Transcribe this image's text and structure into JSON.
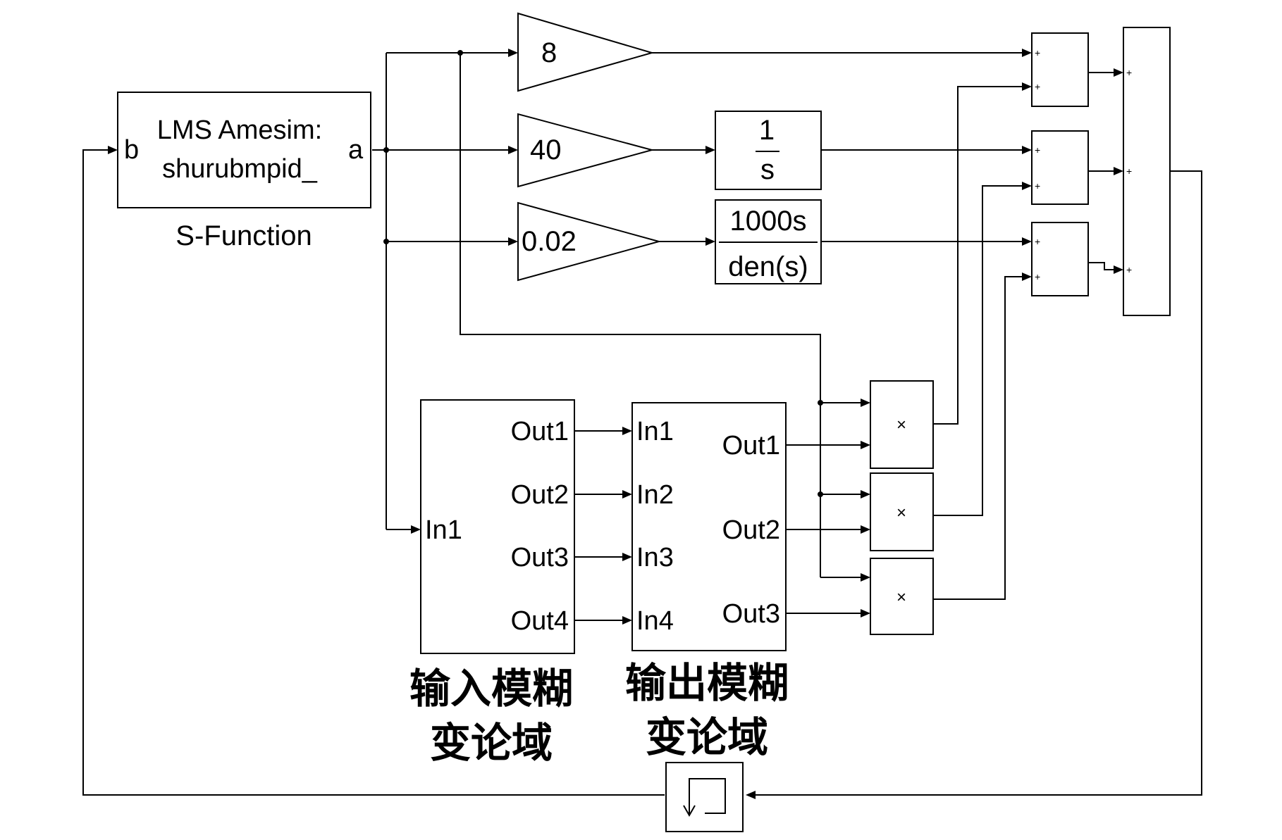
{
  "sfunction": {
    "line1": "LMS Amesim:",
    "line2": "shurubmpid_",
    "port_in": "b",
    "port_out": "a",
    "caption": "S-Function"
  },
  "gains": {
    "kp": "8",
    "ki": "40",
    "kd": "0.02"
  },
  "integrator": {
    "num": "1",
    "den": "s"
  },
  "derivative": {
    "num": "1000s",
    "den": "den(s)"
  },
  "fuzzy_in": {
    "input": "In1",
    "outputs": [
      "Out1",
      "Out2",
      "Out3",
      "Out4"
    ],
    "caption_line1": "输入模糊",
    "caption_line2": "变论域"
  },
  "fuzzy_out": {
    "inputs": [
      "In1",
      "In2",
      "In3",
      "In4"
    ],
    "outputs": [
      "Out1",
      "Out2",
      "Out3"
    ],
    "caption_line1": "输出模糊",
    "caption_line2": "变论域"
  },
  "product_symbol": "×",
  "sum_sign": "+"
}
